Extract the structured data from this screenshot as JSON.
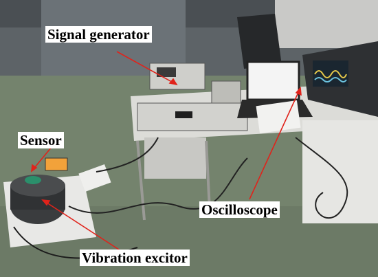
{
  "labels": {
    "signal_generator": "Signal generator",
    "sensor": "Sensor",
    "oscilloscope": "Oscilloscope",
    "vibration_exciter": "Vibration excitor"
  },
  "colors": {
    "floor": "#6f7f6a",
    "wall": "#5b6165",
    "table_top": "#d9d9d6",
    "instrument": "#2b2d2f",
    "arrow": "#e0231b",
    "label_bg": "#ffffff"
  }
}
